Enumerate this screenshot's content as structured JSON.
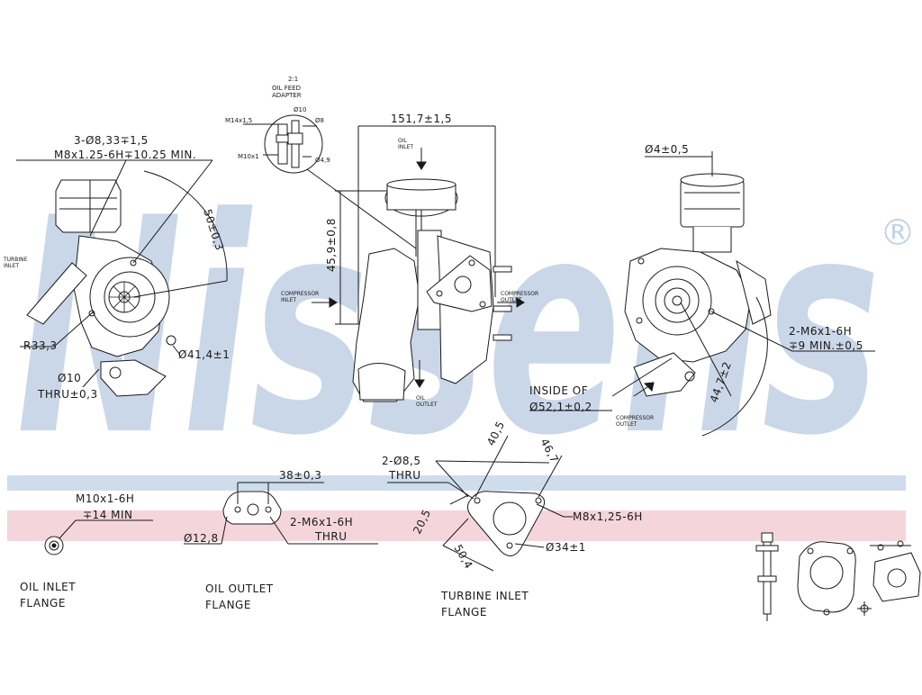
{
  "watermark": {
    "text": "Nissens",
    "registered": "®",
    "color": "#c5d3e6"
  },
  "colors": {
    "band_blue": "#cfdcec",
    "band_pink": "#f5d5dc",
    "ink": "#1a1a1a"
  },
  "dims": {
    "holes_3": "3-Ø8,33∓1,5",
    "thread_m8_depth": "M8x1.25-6H∓10.25 MIN.",
    "r50": "50±0,3",
    "r333": "R33,3",
    "d414": "Ø41,4±1",
    "d10": "Ø10",
    "thru03": "THRU±0,3",
    "turbine_inlet_small": "TURBINE\nINLET",
    "w1517": "151,7±1,5",
    "h459": "45,9±0,8",
    "oil_inlet_small": "OIL\nINLET",
    "compressor_inlet_small": "COMPRESSOR\nINLET",
    "compressor_outlet_small": "COMPRESSOR\nOUTLET",
    "oil_outlet_small": "OIL\nOUTLET",
    "adapter_2x1": "2:1",
    "adapter_title": "OIL FEED\nADAPTER",
    "adapter_m14": "M14x1,5",
    "adapter_m10": "M10x1",
    "adapter_d10": "Ø10",
    "adapter_d8": "Ø8",
    "adapter_d49": "Ø4,9",
    "d4": "Ø4±0,5",
    "m6_title": "2-M6x1-6H",
    "m6_depth": "∓9 MIN.±0,5",
    "inside_of": "INSIDE OF",
    "d521": "Ø52,1±0,2",
    "r447": "44,7±2",
    "compressor_outlet_right": "COMPRESSOR\nOUTLET",
    "oil_inlet_thread": "M10x1-6H",
    "oil_inlet_depth": "∓14 MIN",
    "w38": "38±0,3",
    "d128": "Ø12,8",
    "m6_thru_a": "2-M6x1-6H",
    "m6_thru_b": "THRU",
    "holes_85": "2-Ø8,5",
    "holes_85_thru": "THRU",
    "d405": "40,5",
    "d467": "46,7",
    "d205": "20,5",
    "d504": "50,4",
    "m8_turbine": "M8x1,25-6H",
    "d34": "Ø34±1"
  },
  "captions": {
    "oil_inlet": [
      "OIL INLET",
      "FLANGE"
    ],
    "oil_outlet": [
      "OIL OUTLET",
      "FLANGE"
    ],
    "turbine_inlet": [
      "TURBINE INLET",
      "FLANGE"
    ]
  }
}
